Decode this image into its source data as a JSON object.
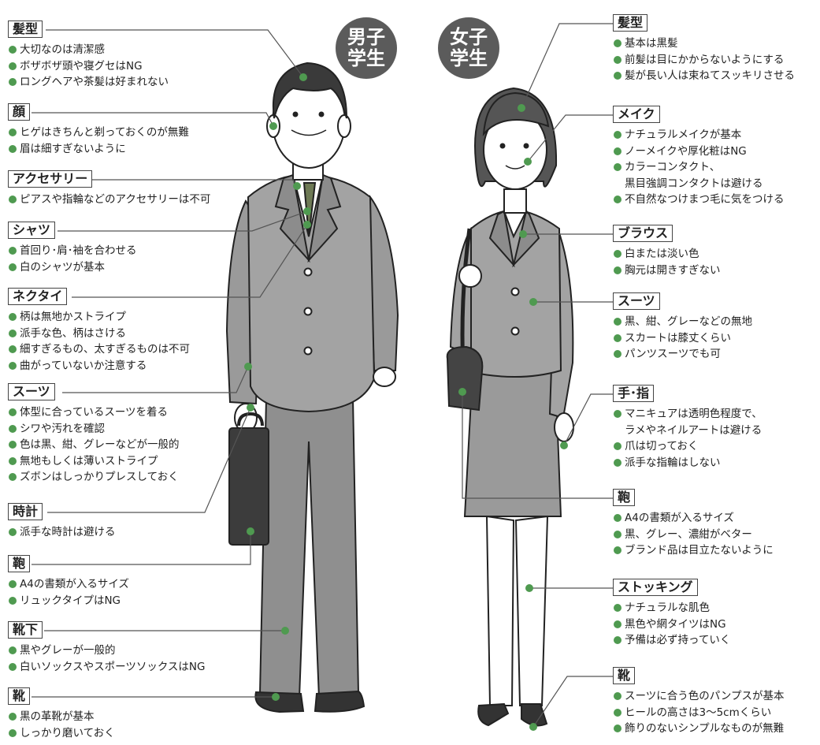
{
  "badges": {
    "male": "男子\n学生",
    "female": "女子\n学生"
  },
  "left": [
    {
      "id": "hair",
      "heading": "髪型",
      "items": [
        "大切なのは清潔感",
        "ボザボザ頭や寝グセはNG",
        "ロングヘアや茶髪は好まれない"
      ]
    },
    {
      "id": "face",
      "heading": "顔",
      "items": [
        "ヒゲはきちんと剃っておくのが無難",
        "眉は細すぎないように"
      ]
    },
    {
      "id": "accessory",
      "heading": "アクセサリー",
      "items": [
        "ピアスや指輪などのアクセサリーは不可"
      ]
    },
    {
      "id": "shirt",
      "heading": "シャツ",
      "items": [
        "首回り･肩･袖を合わせる",
        "白のシャツが基本"
      ]
    },
    {
      "id": "necktie",
      "heading": "ネクタイ",
      "items": [
        "柄は無地かストライプ",
        "派手な色、柄はさける",
        "細すぎるもの、太すぎるものは不可",
        "曲がっていないか注意する"
      ]
    },
    {
      "id": "suit",
      "heading": "スーツ",
      "items": [
        "体型に合っているスーツを着る",
        "シワや汚れを確認",
        "色は黒、紺、グレーなどが一般的",
        "無地もしくは薄いストライプ",
        "ズボンはしっかりプレスしておく"
      ]
    },
    {
      "id": "watch",
      "heading": "時計",
      "items": [
        "派手な時計は避ける"
      ]
    },
    {
      "id": "bag",
      "heading": "鞄",
      "items": [
        "A4の書類が入るサイズ",
        "リュックタイプはNG"
      ]
    },
    {
      "id": "socks",
      "heading": "靴下",
      "items": [
        "黒やグレーが一般的",
        "白いソックスやスポーツソックスはNG"
      ]
    },
    {
      "id": "shoes",
      "heading": "靴",
      "items": [
        "黒の革靴が基本",
        "しっかり磨いておく"
      ]
    }
  ],
  "right": [
    {
      "id": "hair",
      "heading": "髪型",
      "items": [
        "基本は黒髪",
        "前髪は目にかからないようにする",
        "髪が長い人は束ねてスッキリさせる"
      ]
    },
    {
      "id": "makeup",
      "heading": "メイク",
      "items": [
        "ナチュラルメイクが基本",
        "ノーメイクや厚化粧はNG",
        "カラーコンタクト、",
        "黒目強調コンタクトは避ける",
        "不自然なつけまつ毛に気をつける"
      ]
    },
    {
      "id": "blouse",
      "heading": "ブラウス",
      "items": [
        "白または淡い色",
        "胸元は開きすぎない"
      ]
    },
    {
      "id": "suit",
      "heading": "スーツ",
      "items": [
        "黒、紺、グレーなどの無地",
        "スカートは膝丈くらい",
        "パンツスーツでも可"
      ]
    },
    {
      "id": "hands",
      "heading": "手･指",
      "items": [
        "マニキュアは透明色程度で、",
        "ラメやネイルアートは避ける",
        "爪は切っておく",
        "派手な指輪はしない"
      ]
    },
    {
      "id": "bag",
      "heading": "鞄",
      "items": [
        "A4の書類が入るサイズ",
        "黒、グレー、濃紺がベター",
        "ブランド品は目立たないように"
      ]
    },
    {
      "id": "stockings",
      "heading": "ストッキング",
      "items": [
        "ナチュラルな肌色",
        "黒色や網タイツはNG",
        "予備は必ず持っていく"
      ]
    },
    {
      "id": "shoes",
      "heading": "靴",
      "items": [
        "スーツに合う色のパンプスが基本",
        "ヒールの高さは3〜5cmくらい",
        "飾りのないシンプルなものが無難"
      ]
    }
  ],
  "colors": {
    "bullet": "#4f9a50",
    "badge": "#5b5b5b",
    "suit": "#a3a3a3"
  }
}
